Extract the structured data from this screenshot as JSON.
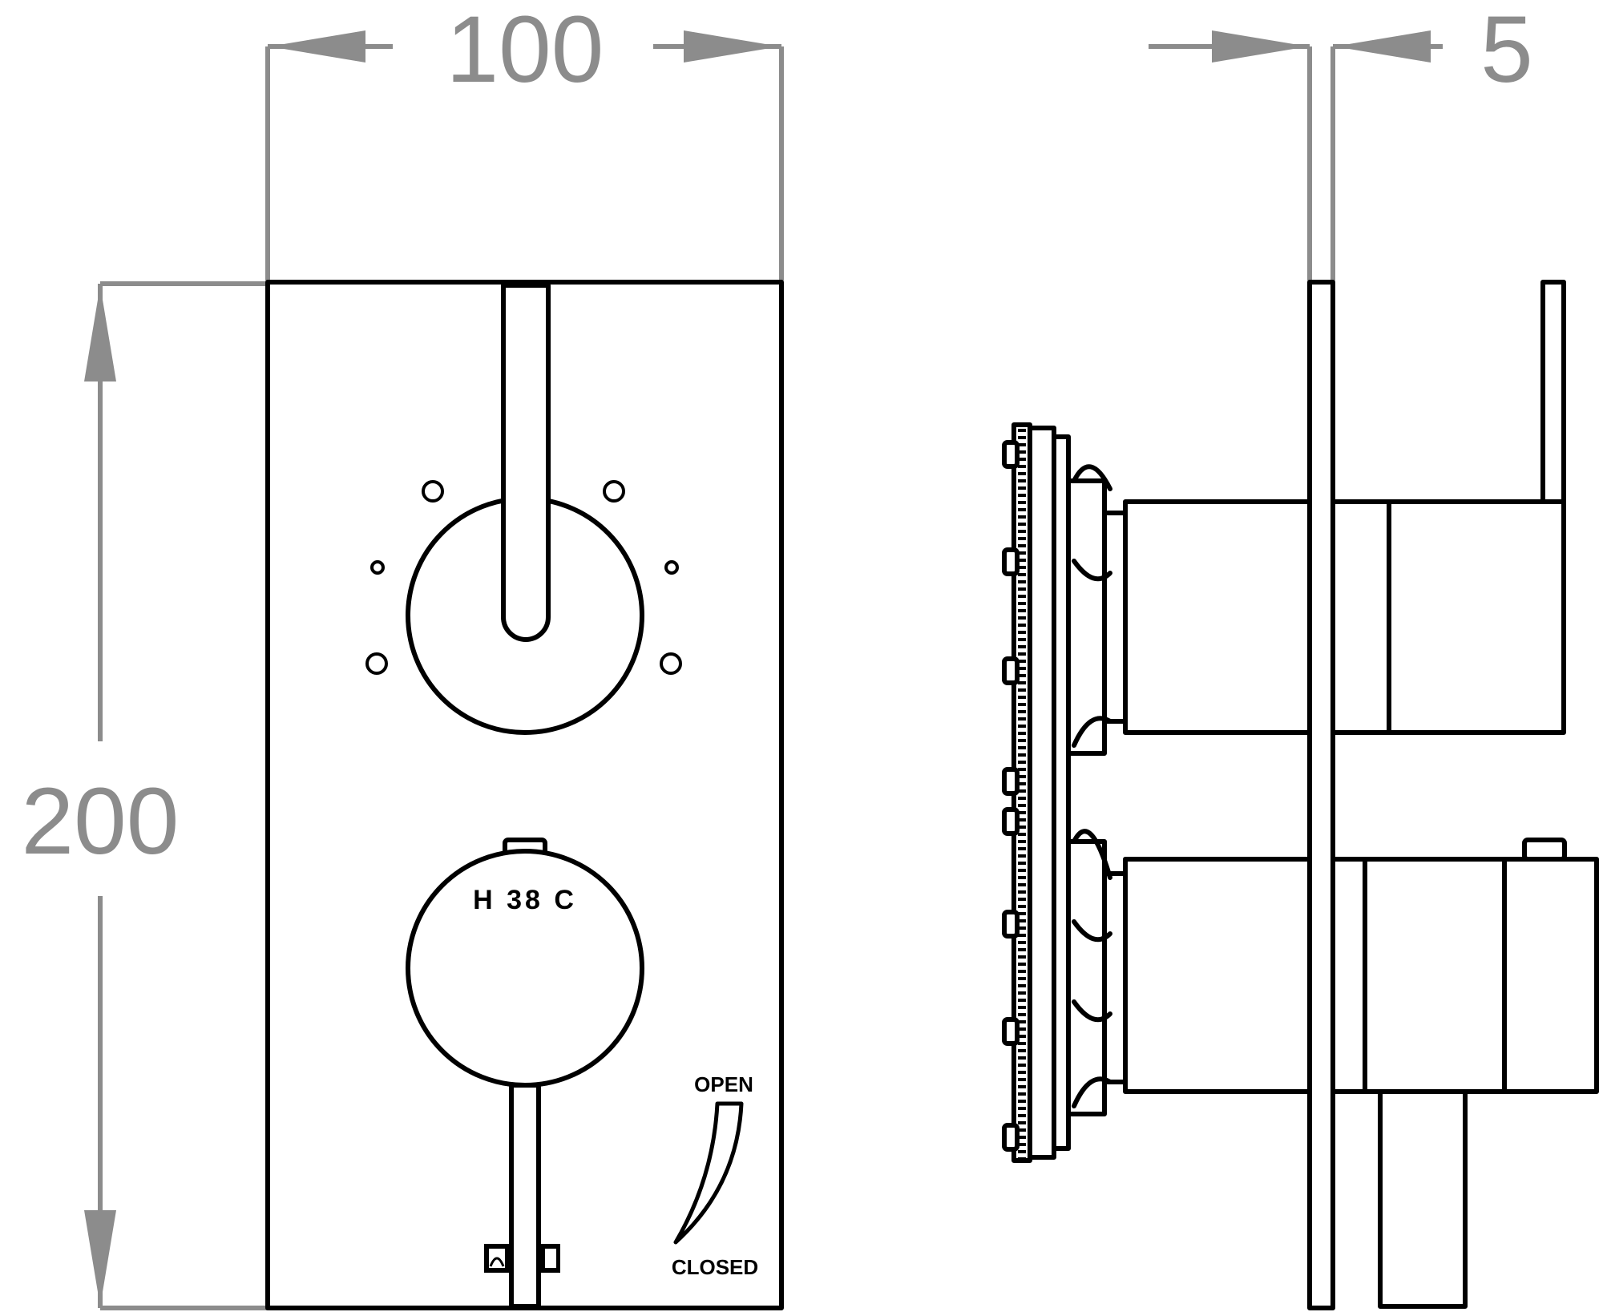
{
  "dimensions": {
    "width": "100",
    "depth": "5",
    "height": "200"
  },
  "front_view": {
    "thermostat_markings": "H 38 C",
    "flow_open_label": "OPEN",
    "flow_closed_label": "CLOSED"
  },
  "colors": {
    "dimension": "#8c8c8c",
    "outline": "#000000",
    "background": "#ffffff"
  }
}
